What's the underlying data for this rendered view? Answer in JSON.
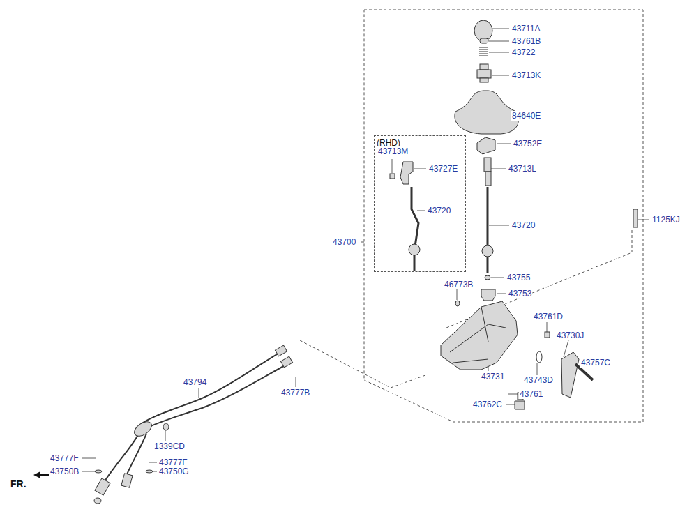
{
  "diagram": {
    "nodes": [
      {
        "text": [
          "(RHD)"
        ]
      }
    ],
    "labels": [
      "43711A",
      "43761B",
      "43722",
      "43713K",
      "84640E",
      "43752E",
      "43713M",
      "43727E",
      "43713L",
      "43720",
      "43720",
      "1125KJ",
      "43700",
      "43755",
      "46773B",
      "43753",
      "43761D",
      "43730J",
      "43757C",
      "43731",
      "43743D",
      "43761",
      "43762C",
      "43794",
      "43777B",
      "1339CD",
      "43777F",
      "43777F",
      "43750B",
      "43750G",
      "FR."
    ]
  }
}
